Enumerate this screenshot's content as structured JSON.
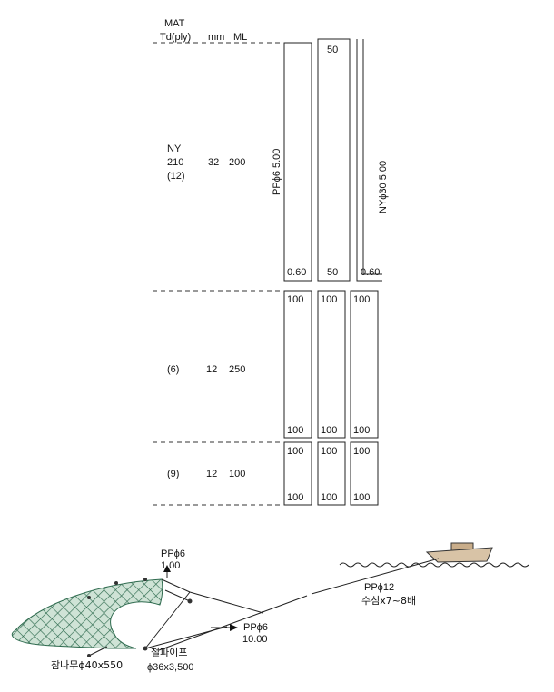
{
  "header": {
    "mat": "MAT",
    "td": "Td(ply)",
    "mm": "mm",
    "ml": "ML"
  },
  "sections": [
    {
      "td_lines": [
        "NY",
        "210",
        "(12)"
      ],
      "mm": "32",
      "ml": "200"
    },
    {
      "td_lines": [
        "(6)"
      ],
      "mm": "12",
      "ml": "250"
    },
    {
      "td_lines": [
        "(9)"
      ],
      "mm": "12",
      "ml": "100"
    }
  ],
  "columns": {
    "left_label": "PPϕ6  5.00",
    "right_label": "NYϕ30  5.00",
    "sec1": {
      "left_bottom": "0.60",
      "mid_top": "50",
      "mid_bottom": "50",
      "right_bottom": "0.60"
    },
    "sec2": {
      "top": "100",
      "bottom": "100"
    },
    "sec3": {
      "top": "100",
      "bottom": "100"
    }
  },
  "rig": {
    "float_rope_1": "PPϕ6",
    "float_rope_2": "1.00",
    "side_rope_1": "PPϕ6",
    "side_rope_2": "10.00",
    "pipe_1": "철파이프",
    "pipe_2": "ϕ36x3,500",
    "wood": "참나무ϕ40x550",
    "tow_1": "PPϕ12",
    "tow_2": "수심x7~8배"
  },
  "colors": {
    "net_fill": "#cfe3d6",
    "net_mesh": "#2f6b4f",
    "boat_hull": "#d8c3a6",
    "boat_cabin": "#c9ad8a"
  }
}
